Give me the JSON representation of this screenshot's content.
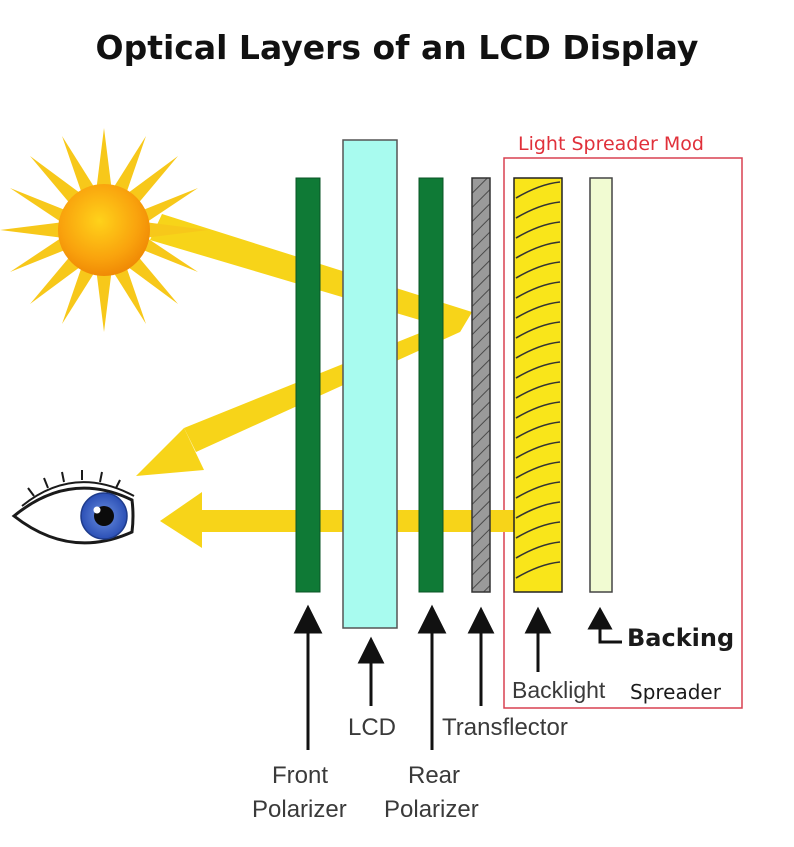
{
  "title": "Optical Layers of an LCD Display",
  "mod_label": "Light Spreader Mod",
  "labels": {
    "backing": "Backing",
    "backlight": "Backlight",
    "spreader": "Spreader",
    "lcd": "LCD",
    "transflector": "Transflector",
    "front_1": "Front",
    "front_2": "Polarizer",
    "rear_1": "Rear",
    "rear_2": "Polarizer"
  },
  "icons": [
    "sun-icon",
    "eye-icon"
  ],
  "colors": {
    "polarizer": "#0f7a36",
    "lcd": "#a8fbef",
    "transflector": "#8a8a8a",
    "backlight": "#f9e51a",
    "backing": "#f1fbd2",
    "light": "#f7d419",
    "mod_border": "#d94050"
  }
}
